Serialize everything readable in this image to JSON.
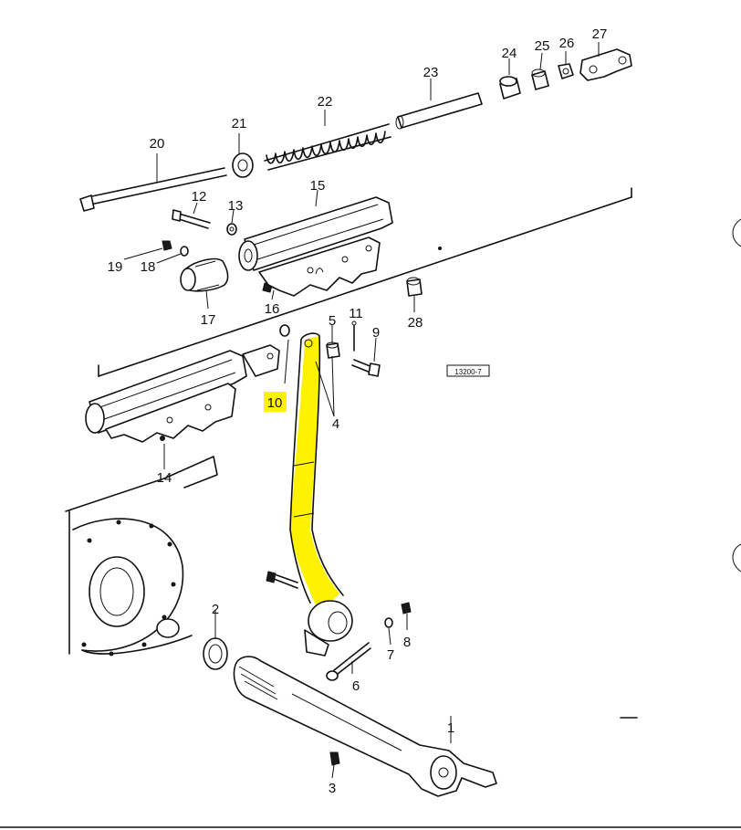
{
  "diagram": {
    "callouts": [
      {
        "id": "1",
        "text": "1"
      },
      {
        "id": "2",
        "text": "2"
      },
      {
        "id": "3",
        "text": "3"
      },
      {
        "id": "4",
        "text": "4"
      },
      {
        "id": "5",
        "text": "5"
      },
      {
        "id": "6",
        "text": "6"
      },
      {
        "id": "7",
        "text": "7"
      },
      {
        "id": "8",
        "text": "8"
      },
      {
        "id": "9",
        "text": "9"
      },
      {
        "id": "10",
        "text": "10"
      },
      {
        "id": "11",
        "text": "11"
      },
      {
        "id": "12",
        "text": "12"
      },
      {
        "id": "13",
        "text": "13"
      },
      {
        "id": "14",
        "text": "14"
      },
      {
        "id": "15",
        "text": "15"
      },
      {
        "id": "16",
        "text": "16"
      },
      {
        "id": "17",
        "text": "17"
      },
      {
        "id": "18",
        "text": "18"
      },
      {
        "id": "19",
        "text": "19"
      },
      {
        "id": "20",
        "text": "20"
      },
      {
        "id": "21",
        "text": "21"
      },
      {
        "id": "22",
        "text": "22"
      },
      {
        "id": "23",
        "text": "23"
      },
      {
        "id": "24",
        "text": "24"
      },
      {
        "id": "25",
        "text": "25"
      },
      {
        "id": "26",
        "text": "26"
      },
      {
        "id": "27",
        "text": "27"
      },
      {
        "id": "28",
        "text": "28"
      }
    ],
    "highlight": {
      "part": "10",
      "color": "#fff200"
    },
    "reference_code": "13200-7"
  }
}
